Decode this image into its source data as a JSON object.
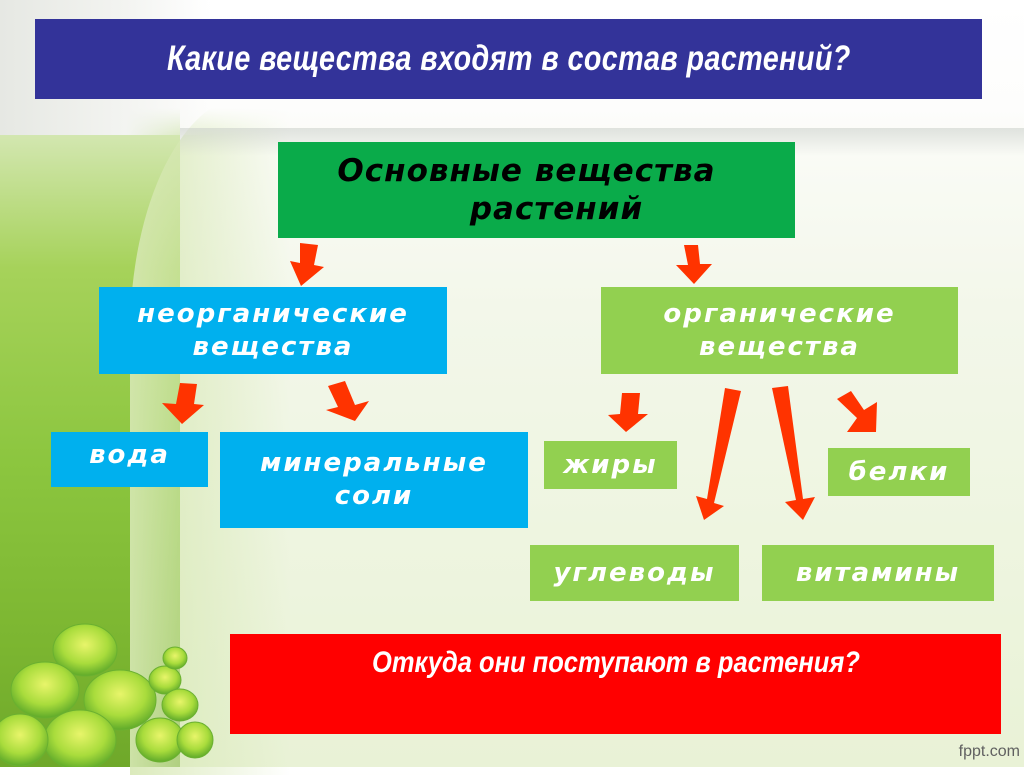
{
  "slide": {
    "title": "Какие вещества входят в состав растений?",
    "main_box": {
      "line1": "Основные вещества",
      "line2": "растений"
    },
    "inorganic": {
      "line1": "неорганические",
      "line2": "вещества",
      "children": [
        {
          "label": "вода"
        },
        {
          "line1": "минеральные",
          "line2": "соли"
        }
      ]
    },
    "organic": {
      "line1": "органические",
      "line2": "вещества",
      "children": [
        {
          "label": "жиры"
        },
        {
          "label": "белки"
        },
        {
          "label": "углеводы"
        },
        {
          "label": "витамины"
        }
      ]
    },
    "question": "Откуда они поступают в растения?",
    "footer": "fppt.com"
  },
  "colors": {
    "title_bg": "#333399",
    "main_bg": "#0aab4a",
    "inorganic_bg": "#00b0ee",
    "organic_bg": "#92d050",
    "question_bg": "#ff0000",
    "arrow": "#ff3300"
  },
  "icons": [
    "arrow-down-icon",
    "clover-icon"
  ]
}
